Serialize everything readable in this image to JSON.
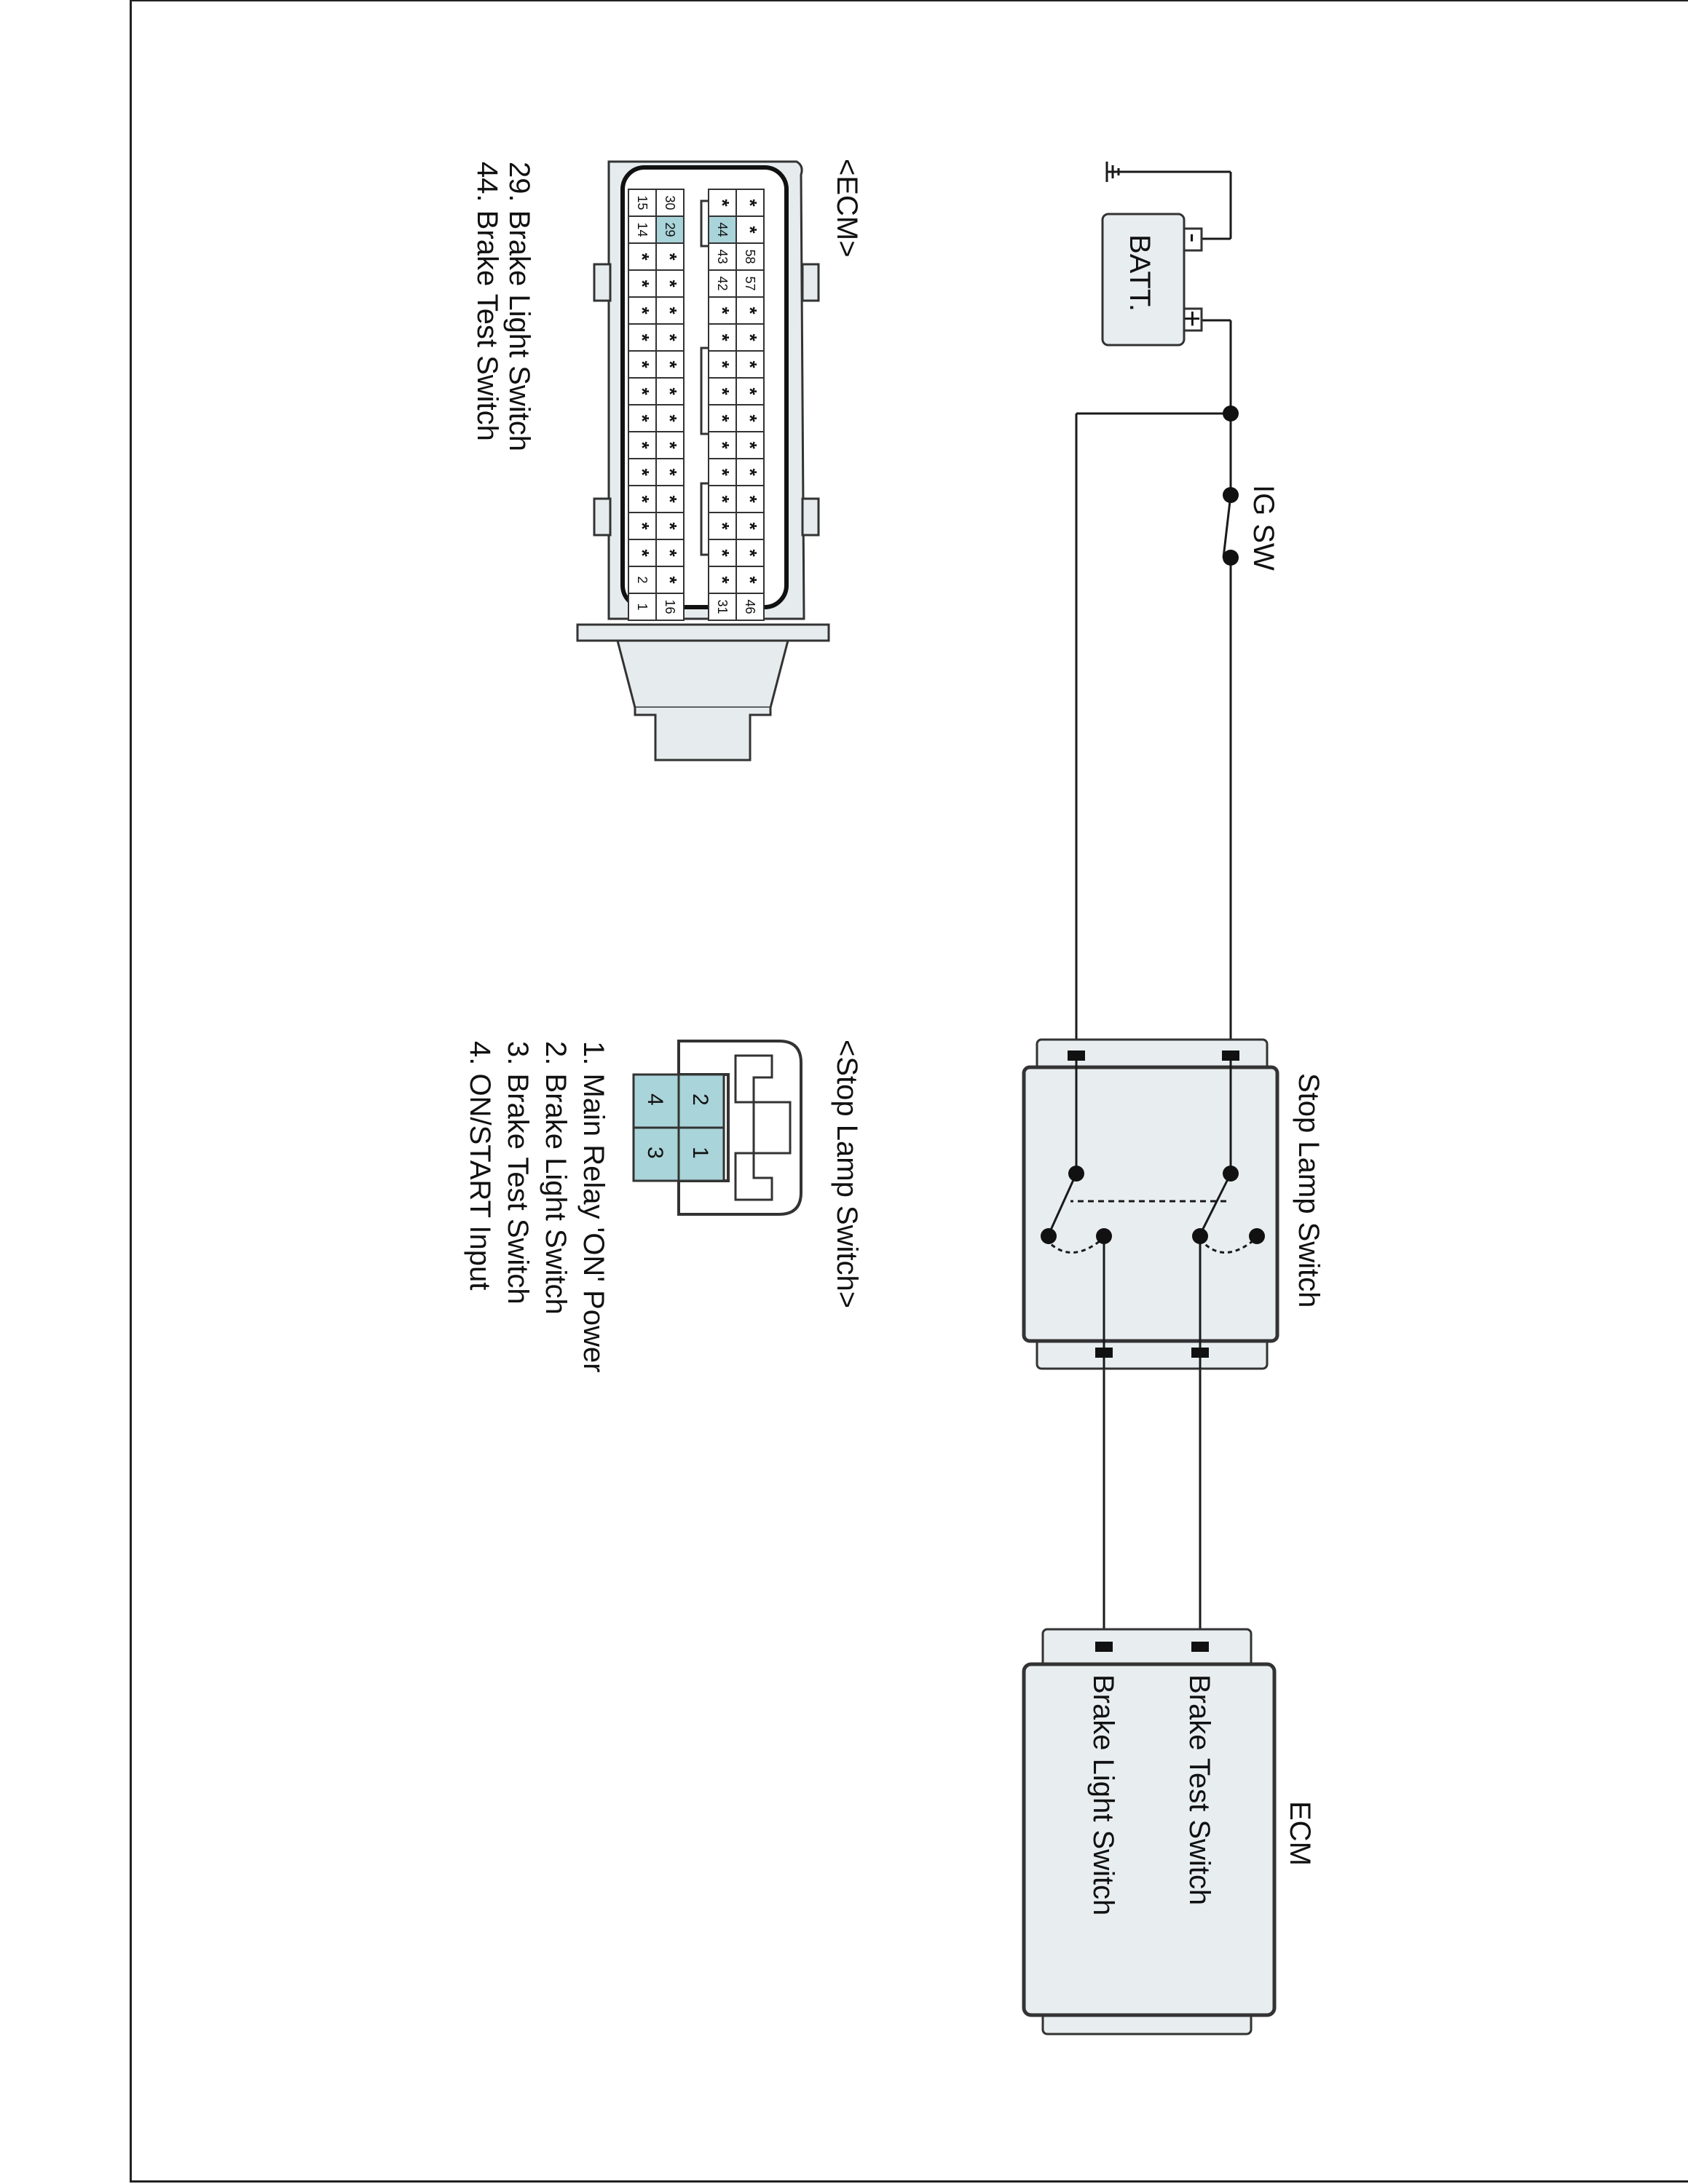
{
  "ecm_connector": {
    "title": "<ECM>",
    "legend": [
      "29. Brake Light Switch",
      "44. Brake Test Switch"
    ],
    "top_row": [
      [
        "*",
        "*",
        "58",
        "57",
        "*",
        "*",
        "*",
        "*",
        "*",
        "*",
        "*",
        "*",
        "*",
        "*",
        "*",
        "46"
      ],
      [
        "*",
        "44",
        "43",
        "42",
        "*",
        "*",
        "*",
        "*",
        "*",
        "*",
        "*",
        "*",
        "*",
        "*",
        "*",
        "31"
      ]
    ],
    "bottom_row": [
      [
        "30",
        "29",
        "*",
        "*",
        "*",
        "*",
        "*",
        "*",
        "*",
        "*",
        "*",
        "*",
        "*",
        "*",
        "*",
        "16"
      ],
      [
        "15",
        "14",
        "*",
        "*",
        "*",
        "*",
        "*",
        "*",
        "*",
        "*",
        "*",
        "*",
        "*",
        "*",
        "2",
        "1"
      ]
    ],
    "highlighted_pins": [
      "29",
      "44"
    ]
  },
  "stop_lamp_connector": {
    "title": "<Stop Lamp Switch>",
    "pins": [
      "1",
      "2",
      "3",
      "4"
    ],
    "legend": [
      "1. Main Relay 'ON' Power",
      "2. Brake Light Switch",
      "3. Brake Test Switch",
      "4. ON/START Input"
    ]
  },
  "circuit": {
    "battery_label": "BATT.",
    "battery_minus": "-",
    "battery_plus": "+",
    "ig_switch_label": "IG SW",
    "stop_lamp_switch_label": "Stop Lamp Switch",
    "ecm_label": "ECM",
    "ecm_pin_labels": [
      "Brake Test Switch",
      "Brake Light Switch"
    ]
  },
  "colors": {
    "pin_highlight": "#a9d4d9",
    "box_fill": "#e8eef0",
    "line": "#1a1a1a"
  }
}
